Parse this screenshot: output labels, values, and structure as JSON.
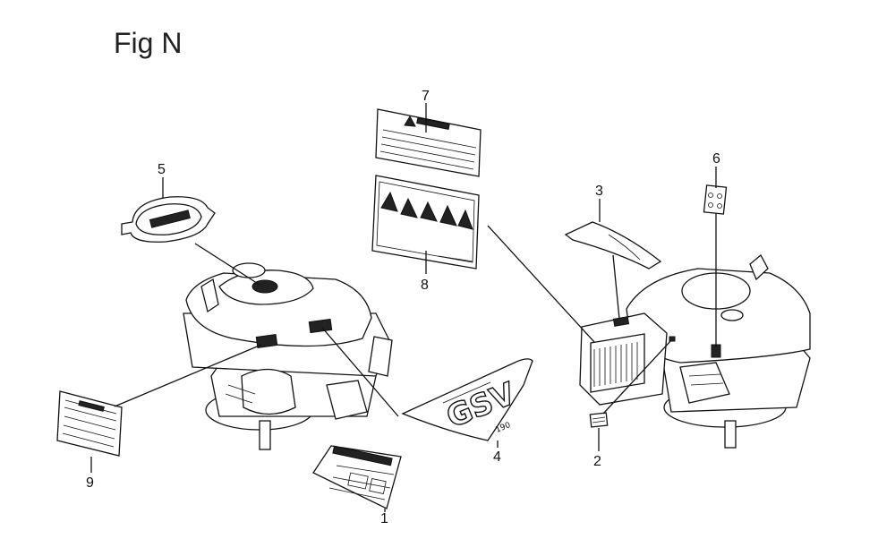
{
  "figure": {
    "title": "Fig N"
  },
  "callouts": [
    {
      "id": "1",
      "label": "1"
    },
    {
      "id": "2",
      "label": "2"
    },
    {
      "id": "3",
      "label": "3"
    },
    {
      "id": "4",
      "label": "4"
    },
    {
      "id": "5",
      "label": "5"
    },
    {
      "id": "6",
      "label": "6"
    },
    {
      "id": "7",
      "label": "7"
    },
    {
      "id": "8",
      "label": "8"
    },
    {
      "id": "9",
      "label": "9"
    }
  ],
  "decals": {
    "decal_4_text": "GSV",
    "decal_4_sub": "190"
  }
}
